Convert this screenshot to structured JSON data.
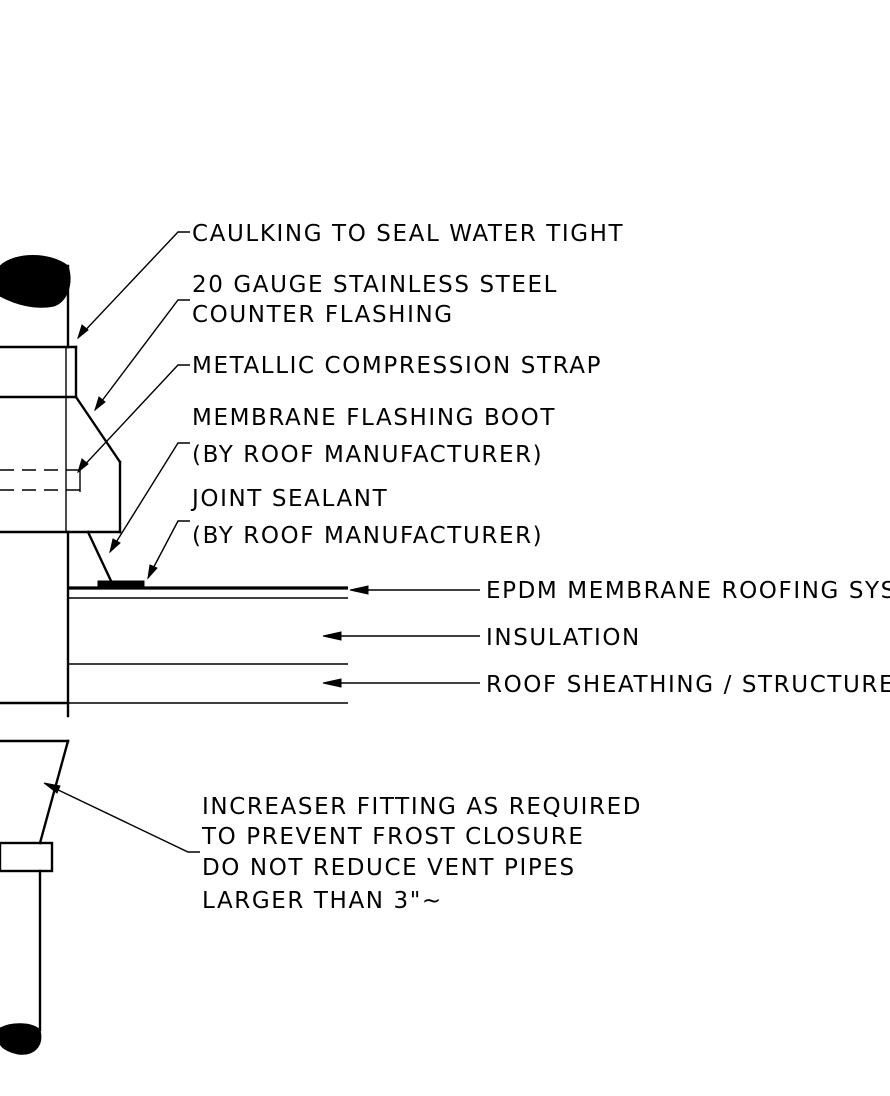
{
  "labels": {
    "caulking": "CAULKING TO SEAL WATER TIGHT",
    "gauge_line1": "20 GAUGE STAINLESS STEEL",
    "gauge_line2": "COUNTER FLASHING",
    "strap": "METALLIC COMPRESSION STRAP",
    "boot_line1": "MEMBRANE FLASHING BOOT",
    "boot_line2": "(BY ROOF MANUFACTURER)",
    "sealant_line1": "JOINT SEALANT",
    "sealant_line2": "(BY ROOF MANUFACTURER)",
    "epdm": "EPDM MEMBRANE ROOFING SYSTEM",
    "insulation": "INSULATION",
    "sheathing": "ROOF SHEATHING / STRUCTURE",
    "increaser_line1": "INCREASER FITTING AS REQUIRED",
    "increaser_line2": "TO PREVENT FROST CLOSURE",
    "increaser_line3": "DO NOT REDUCE VENT PIPES",
    "increaser_line4": "LARGER THAN 3\"~"
  },
  "colors": {
    "line": "#000000",
    "background": "#ffffff"
  }
}
